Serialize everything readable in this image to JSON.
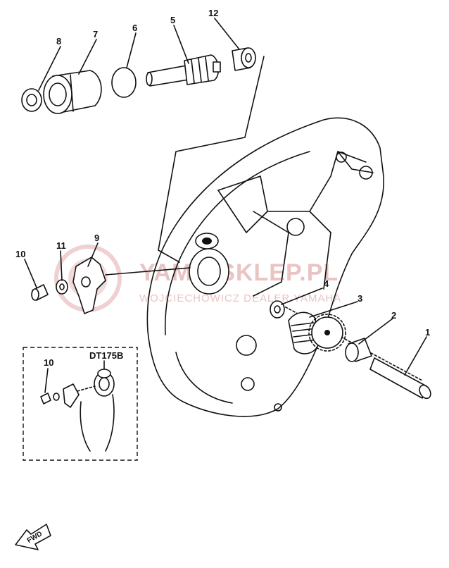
{
  "callouts": {
    "c1": "1",
    "c2": "2",
    "c3": "3",
    "c4": "4",
    "c5": "5",
    "c6": "6",
    "c7": "7",
    "c8": "8",
    "c9": "9",
    "c10": "10",
    "c11": "11",
    "c12": "12",
    "c10_inset": "10"
  },
  "inset": {
    "model_label": "DT175B"
  },
  "watermark": {
    "main": "YAMA-SKLEP.PL",
    "sub": "WOJCIECHOWICZ DEALER YAMAHA"
  },
  "fwd_label": "FWD",
  "colors": {
    "ink": "#111111",
    "watermark": "#e9c4c4",
    "background": "#ffffff"
  }
}
